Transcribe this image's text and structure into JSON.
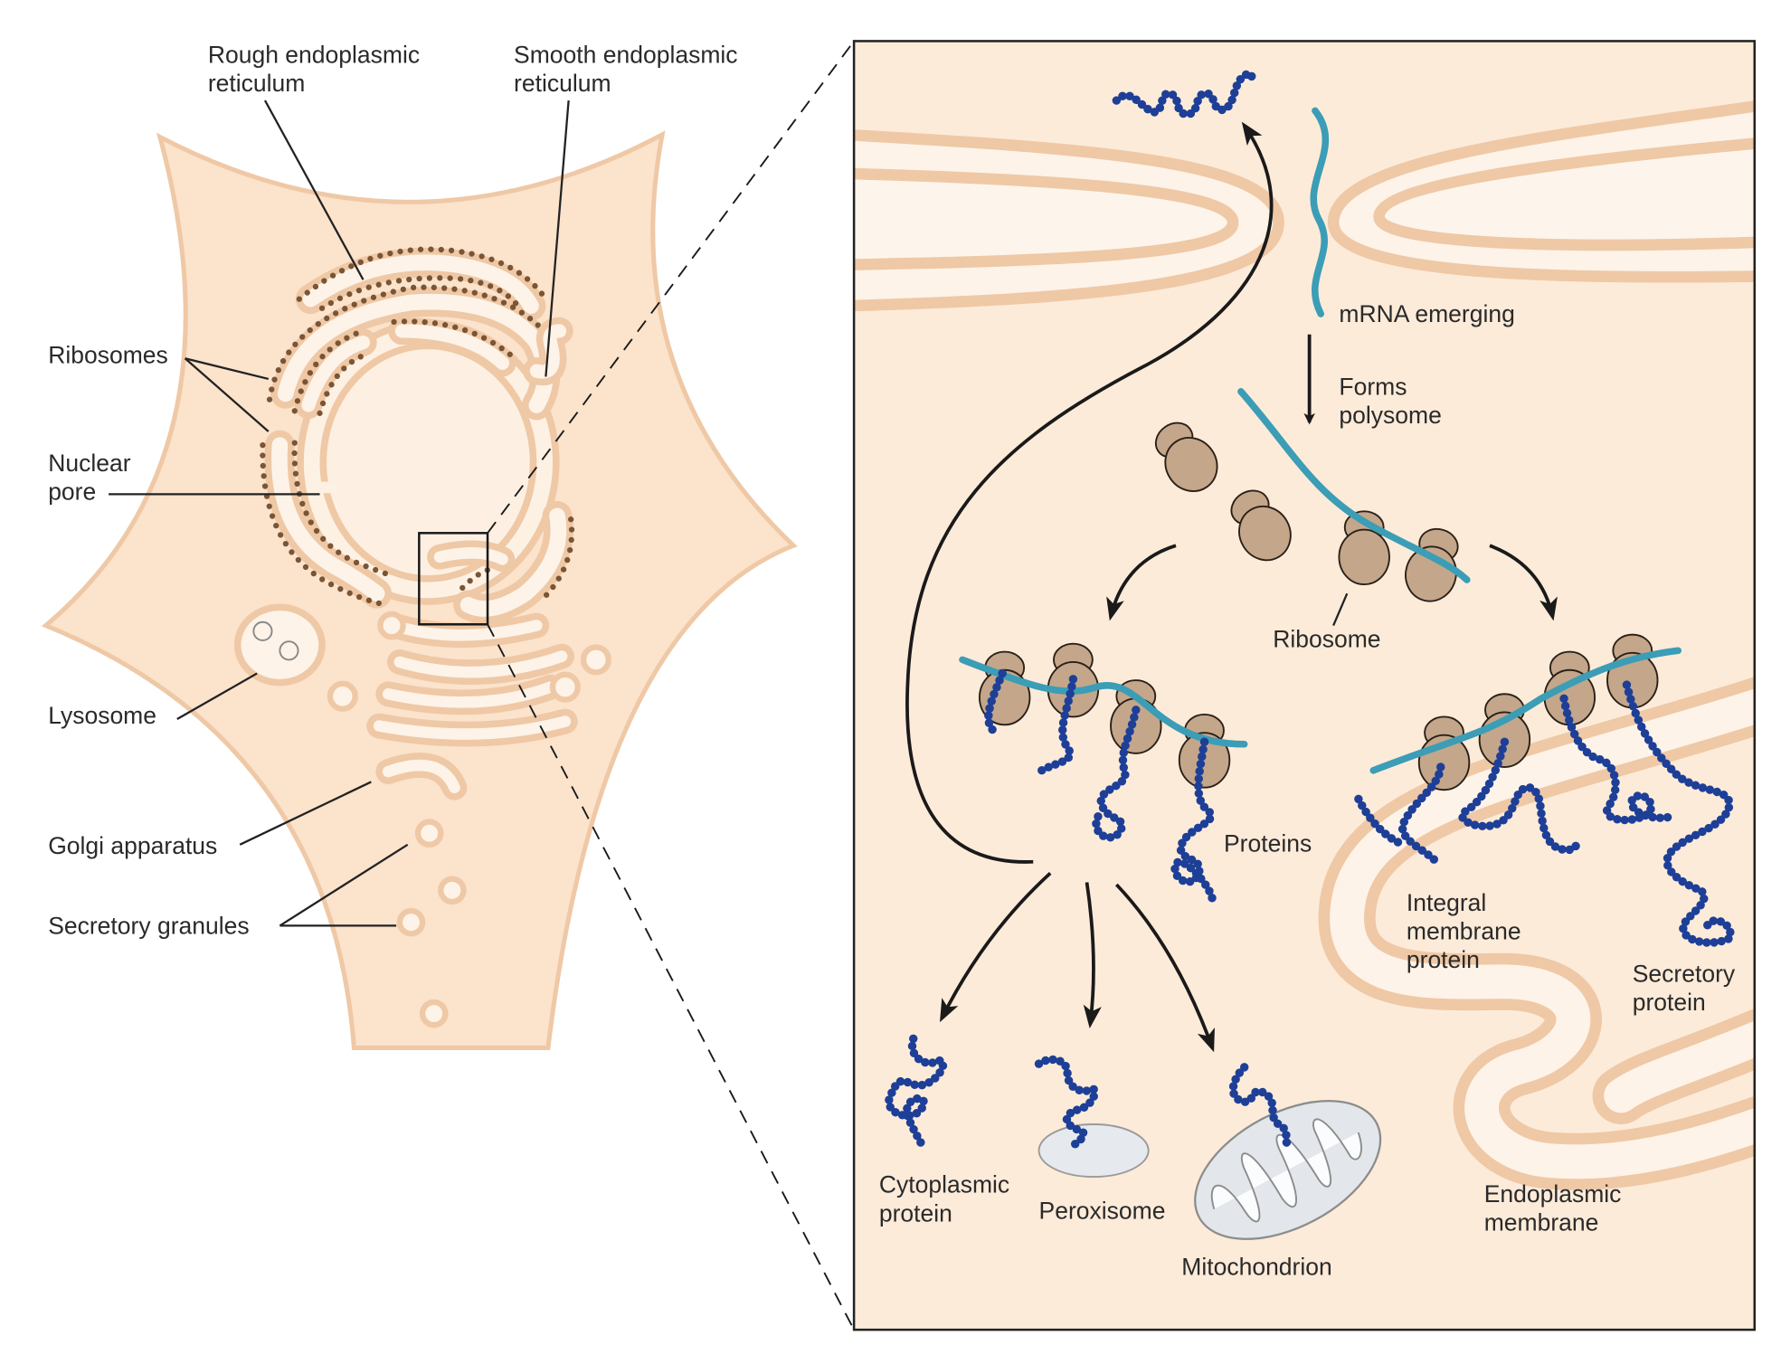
{
  "colors": {
    "cytoplasm": "#fbe3cc",
    "panel_background": "#fdebd9",
    "membrane": "#efc8a6",
    "lumen": "#fdf3e8",
    "ribosome_dots": "#7a5535",
    "mrna": "#3b9db6",
    "protein": "#1d3f97",
    "ribosome": "#c4a68a"
  },
  "left_labels": {
    "rough_er": [
      "Rough endoplasmic",
      "reticulum"
    ],
    "smooth_er": [
      "Smooth endoplasmic",
      "reticulum"
    ],
    "ribosomes": "Ribosomes",
    "nuclear_pore": [
      "Nuclear",
      "pore"
    ],
    "lysosome": "Lysosome",
    "golgi": "Golgi apparatus",
    "secretory_granules": "Secretory granules"
  },
  "right_labels": {
    "mrna_emerging": "mRNA emerging",
    "forms_polysome": [
      "Forms",
      "polysome"
    ],
    "ribosome": "Ribosome",
    "proteins": "Proteins",
    "integral_membrane_protein": [
      "Integral",
      "membrane",
      "protein"
    ],
    "secretory_protein": [
      "Secretory",
      "protein"
    ],
    "cytoplasmic_protein": [
      "Cytoplasmic",
      "protein"
    ],
    "peroxisome": "Peroxisome",
    "mitochondrion": "Mitochondrion",
    "endoplasmic_membrane": [
      "Endoplasmic",
      "membrane"
    ]
  }
}
